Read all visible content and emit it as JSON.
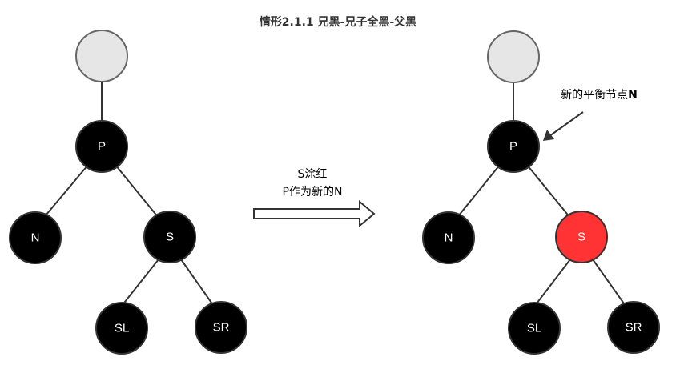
{
  "title": "情形2.1.1 兄黑-兄子全黑-父黑",
  "arrow_label": {
    "line1": "S涂红",
    "line2": "P作为新的N"
  },
  "annotation": {
    "prefix": "新的平衡节点",
    "bold": "N"
  },
  "colors": {
    "black": "#000000",
    "gray_fill": "#e6e6e6",
    "gray_stroke": "#666666",
    "red_fill": "#ff3333",
    "edge": "#333333",
    "node_text": "#ffffff"
  },
  "before_tree": {
    "nodes": [
      {
        "id": "root",
        "label": "",
        "color": "gray"
      },
      {
        "id": "p",
        "label": "P",
        "color": "black"
      },
      {
        "id": "n",
        "label": "N",
        "color": "black"
      },
      {
        "id": "s",
        "label": "S",
        "color": "black"
      },
      {
        "id": "sl",
        "label": "SL",
        "color": "black"
      },
      {
        "id": "sr",
        "label": "SR",
        "color": "black"
      }
    ]
  },
  "after_tree": {
    "nodes": [
      {
        "id": "root",
        "label": "",
        "color": "gray"
      },
      {
        "id": "p",
        "label": "P",
        "color": "black"
      },
      {
        "id": "n",
        "label": "N",
        "color": "black"
      },
      {
        "id": "s",
        "label": "S",
        "color": "red"
      },
      {
        "id": "sl",
        "label": "SL",
        "color": "black"
      },
      {
        "id": "sr",
        "label": "SR",
        "color": "black"
      }
    ]
  }
}
